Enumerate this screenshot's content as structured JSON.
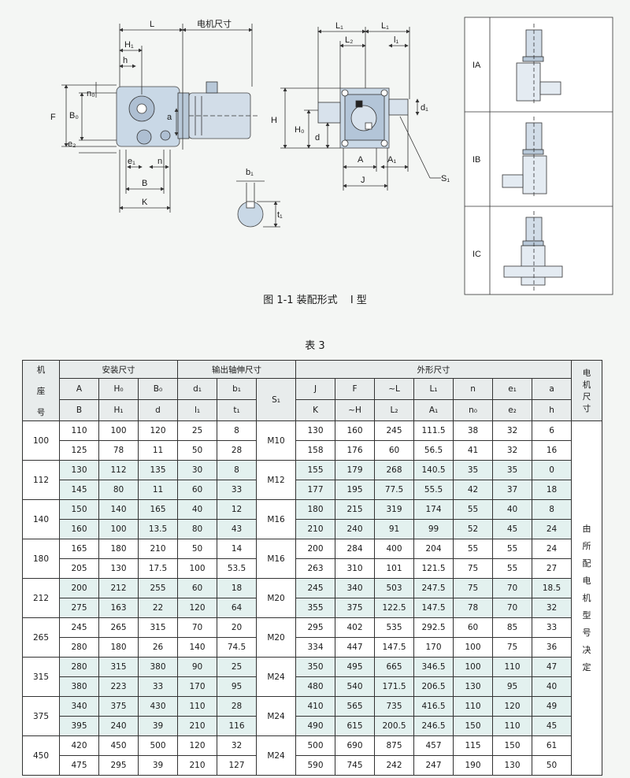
{
  "figure": {
    "caption_left": "图 1-1 装配形式",
    "caption_right": "Ⅰ 型",
    "labels": {
      "L": "L",
      "motor_dim": "电机尺寸",
      "H1": "H₁",
      "h": "h",
      "n0": "n₀",
      "F": "F",
      "B0": "B₀",
      "e2": "e₂",
      "a": "a",
      "e1": "e₁",
      "n": "n",
      "B": "B",
      "K": "K",
      "b1": "b₁",
      "t1": "t₁",
      "L1a": "L₁",
      "L1b": "L₁",
      "L2": "L₂",
      "l1": "l₁",
      "d1": "d₁",
      "H": "H",
      "H0": "H₀",
      "d": "d",
      "A": "A",
      "A1": "A₁",
      "J": "J",
      "S1": "S₁"
    },
    "mount_types": [
      "IA",
      "IB",
      "IC"
    ]
  },
  "table": {
    "title": "表 3",
    "header": {
      "model": [
        "机",
        "座",
        "号"
      ],
      "group_install": "安装尺寸",
      "group_shaft": "输出轴伸尺寸",
      "group_outline": "外形尺寸",
      "motor": [
        "电",
        "机",
        "尺",
        "寸"
      ],
      "row_top": [
        "A",
        "H₀",
        "B₀",
        "d₁",
        "b₁",
        "J",
        "F",
        "~L",
        "L₁",
        "n",
        "e₁",
        "a"
      ],
      "row_bottom": [
        "B",
        "H₁",
        "d",
        "l₁",
        "t₁",
        "K",
        "~H",
        "L₂",
        "A₁",
        "n₀",
        "e₂",
        "h"
      ],
      "s1": "S₁"
    },
    "motor_note": [
      "由",
      "所",
      "配",
      "电",
      "机",
      "型",
      "号",
      "决",
      "定"
    ],
    "rows": [
      {
        "model": "100",
        "s1": "M10",
        "top": [
          "110",
          "100",
          "120",
          "25",
          "8",
          "130",
          "160",
          "245",
          "111.5",
          "38",
          "32",
          "6"
        ],
        "bottom": [
          "125",
          "78",
          "11",
          "50",
          "28",
          "158",
          "176",
          "60",
          "56.5",
          "41",
          "32",
          "16"
        ]
      },
      {
        "model": "112",
        "s1": "M12",
        "top": [
          "130",
          "112",
          "135",
          "30",
          "8",
          "155",
          "179",
          "268",
          "140.5",
          "35",
          "35",
          "0"
        ],
        "bottom": [
          "145",
          "80",
          "11",
          "60",
          "33",
          "177",
          "195",
          "77.5",
          "55.5",
          "42",
          "37",
          "18"
        ]
      },
      {
        "model": "140",
        "s1": "M16",
        "top": [
          "150",
          "140",
          "165",
          "40",
          "12",
          "180",
          "215",
          "319",
          "174",
          "55",
          "40",
          "8"
        ],
        "bottom": [
          "160",
          "100",
          "13.5",
          "80",
          "43",
          "210",
          "240",
          "91",
          "99",
          "52",
          "45",
          "24"
        ]
      },
      {
        "model": "180",
        "s1": "M16",
        "top": [
          "165",
          "180",
          "210",
          "50",
          "14",
          "200",
          "284",
          "400",
          "204",
          "55",
          "55",
          "24"
        ],
        "bottom": [
          "205",
          "130",
          "17.5",
          "100",
          "53.5",
          "263",
          "310",
          "101",
          "121.5",
          "75",
          "55",
          "27"
        ]
      },
      {
        "model": "212",
        "s1": "M20",
        "top": [
          "200",
          "212",
          "255",
          "60",
          "18",
          "245",
          "340",
          "503",
          "247.5",
          "75",
          "70",
          "18.5"
        ],
        "bottom": [
          "275",
          "163",
          "22",
          "120",
          "64",
          "355",
          "375",
          "122.5",
          "147.5",
          "78",
          "70",
          "32"
        ]
      },
      {
        "model": "265",
        "s1": "M20",
        "top": [
          "245",
          "265",
          "315",
          "70",
          "20",
          "295",
          "402",
          "535",
          "292.5",
          "60",
          "85",
          "33"
        ],
        "bottom": [
          "280",
          "180",
          "26",
          "140",
          "74.5",
          "334",
          "447",
          "147.5",
          "170",
          "100",
          "75",
          "36"
        ]
      },
      {
        "model": "315",
        "s1": "M24",
        "top": [
          "280",
          "315",
          "380",
          "90",
          "25",
          "350",
          "495",
          "665",
          "346.5",
          "100",
          "110",
          "47"
        ],
        "bottom": [
          "380",
          "223",
          "33",
          "170",
          "95",
          "480",
          "540",
          "171.5",
          "206.5",
          "130",
          "95",
          "40"
        ]
      },
      {
        "model": "375",
        "s1": "M24",
        "top": [
          "340",
          "375",
          "430",
          "110",
          "28",
          "410",
          "565",
          "735",
          "416.5",
          "110",
          "120",
          "49"
        ],
        "bottom": [
          "395",
          "240",
          "39",
          "210",
          "116",
          "490",
          "615",
          "200.5",
          "246.5",
          "150",
          "110",
          "45"
        ]
      },
      {
        "model": "450",
        "s1": "M24",
        "top": [
          "420",
          "450",
          "500",
          "120",
          "32",
          "500",
          "690",
          "875",
          "457",
          "115",
          "150",
          "61"
        ],
        "bottom": [
          "475",
          "295",
          "39",
          "210",
          "127",
          "590",
          "745",
          "242",
          "247",
          "190",
          "130",
          "50"
        ]
      }
    ]
  }
}
